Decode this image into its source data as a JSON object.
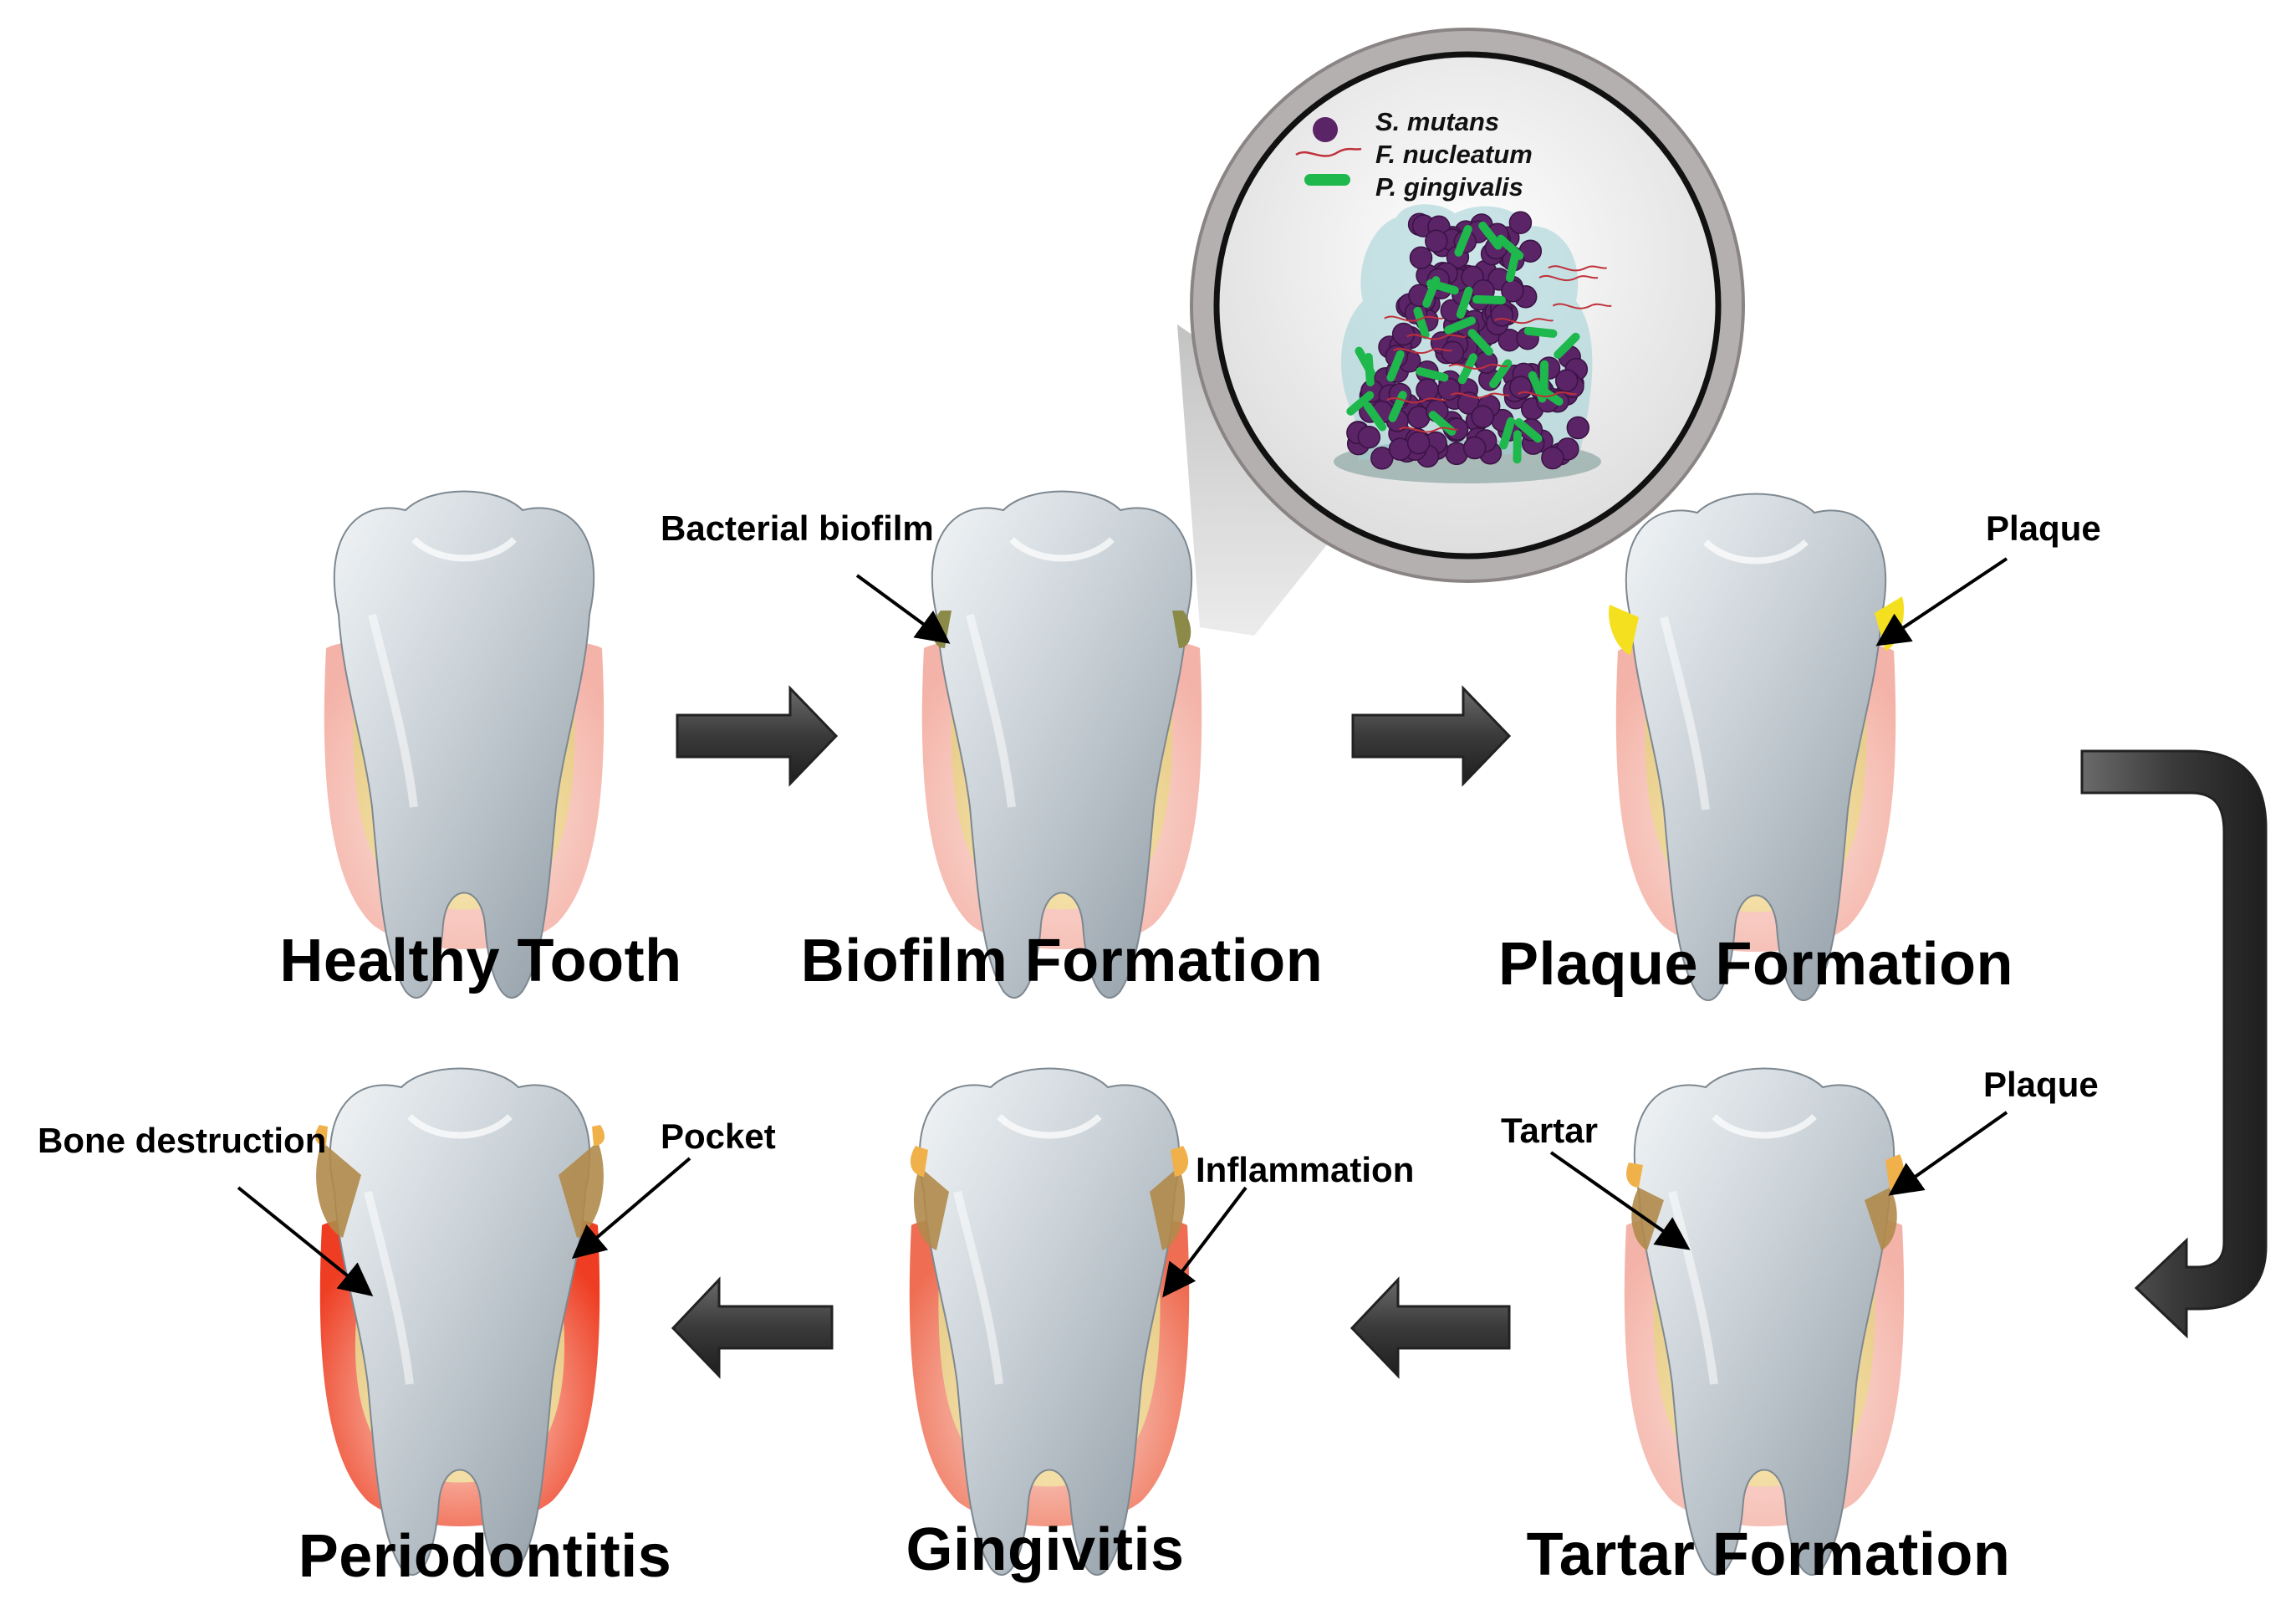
{
  "stages": {
    "healthy": "Healthy Tooth",
    "biofilm": "Biofilm Formation",
    "plaque": "Plaque Formation",
    "tartar": "Tartar Formation",
    "gingivitis": "Gingivitis",
    "periodontitis": "Periodontitis"
  },
  "callouts": {
    "bacterial_biofilm": "Bacterial biofilm",
    "plaque_top": "Plaque",
    "tartar": "Tartar",
    "plaque_bottom": "Plaque",
    "inflammation": "Inflammation",
    "bone_destruction": "Bone destruction",
    "pocket": "Pocket"
  },
  "legend": {
    "s_mutans": "S. mutans",
    "f_nucleatum": "F. nucleatum",
    "p_gingivalis": "P. gingivalis"
  },
  "colors": {
    "gum_healthy": "#f7c4bc",
    "gum_inflamed": "#ef5a3c",
    "bone": "#eed79a",
    "enamel": "#c9d0d6",
    "biofilm": "#8c8a48",
    "plaque": "#f5e020",
    "tartar": "#c79c52",
    "bacteria_purple": "#5a2466",
    "bacteria_green": "#1fb84c",
    "arrow": "#3a3a3a"
  }
}
